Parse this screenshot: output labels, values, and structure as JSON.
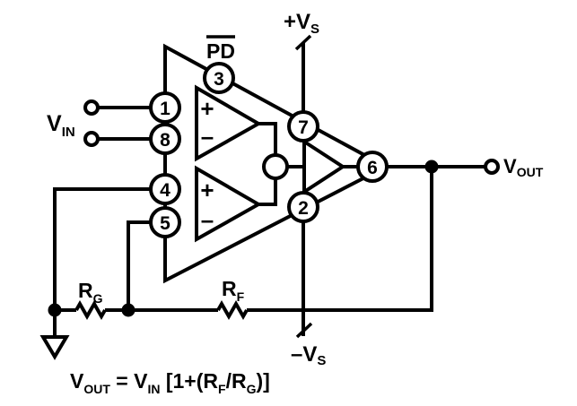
{
  "colors": {
    "ink": "#000000",
    "background": "#ffffff"
  },
  "labels": {
    "supply_positive": {
      "main": "+V",
      "sub": "S"
    },
    "supply_negative": {
      "main": "–V",
      "sub": "S"
    },
    "power_down": "PD",
    "input": {
      "main": "V",
      "sub": "IN"
    },
    "output": {
      "main": "V",
      "sub": "OUT"
    },
    "gain_resistor": {
      "main": "R",
      "sub": "G"
    },
    "feedback_resistor": {
      "main": "R",
      "sub": "F"
    }
  },
  "pins": {
    "power_down": "3",
    "input_noninverting": "1",
    "input_inverting": "8",
    "feedback_noninverting": "4",
    "feedback_inverting": "5",
    "supply_positive": "7",
    "supply_negative": "2",
    "output": "6"
  },
  "amplifier": {
    "stage1": {
      "noninverting": "+",
      "inverting": "–"
    },
    "stage2": {
      "noninverting": "+",
      "inverting": "–"
    }
  },
  "formula": {
    "parts": [
      {
        "text": "V"
      },
      {
        "text": "OUT"
      },
      {
        "text": " = V"
      },
      {
        "text": "IN"
      },
      {
        "text": " [1+(R"
      },
      {
        "text": "F"
      },
      {
        "text": "/R"
      },
      {
        "text": "G"
      },
      {
        "text": ")]"
      }
    ]
  }
}
